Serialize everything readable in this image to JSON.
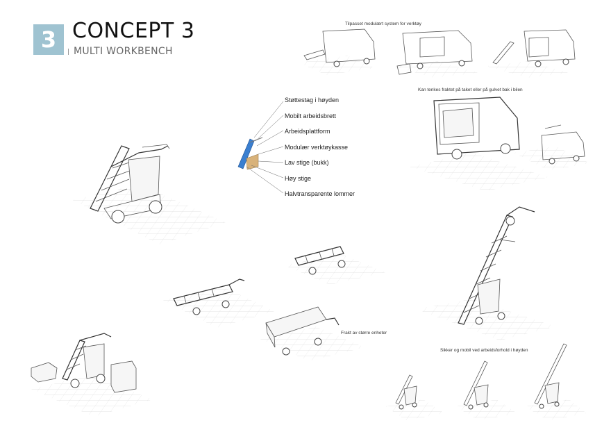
{
  "header": {
    "badge_number": "3",
    "title": "CONCEPT 3",
    "subtitle": "MULTI WORKBENCH"
  },
  "captions": {
    "modular_system": "Tilpasset modulært system for verktøy",
    "roof_transport": "Kan tenkes fraktet på taket eller på gulvet  bak i bilen",
    "freight": "Frakt av større enheter",
    "safe_mobile": "Sikker og mobil ved arbeidsforhold i høyden"
  },
  "component_labels": [
    "Støttestag i høyden",
    "Mobilt arbeidsbrett",
    "Arbeidsplattform",
    "Modulær verktøykasse",
    "Lav stige (bukk)",
    "Høy stige",
    "Halvtransparente lommer"
  ],
  "colors": {
    "badge": "#9fc3d1",
    "accent_blue": "#3a7fd0",
    "accent_tan": "#d8b27a"
  }
}
